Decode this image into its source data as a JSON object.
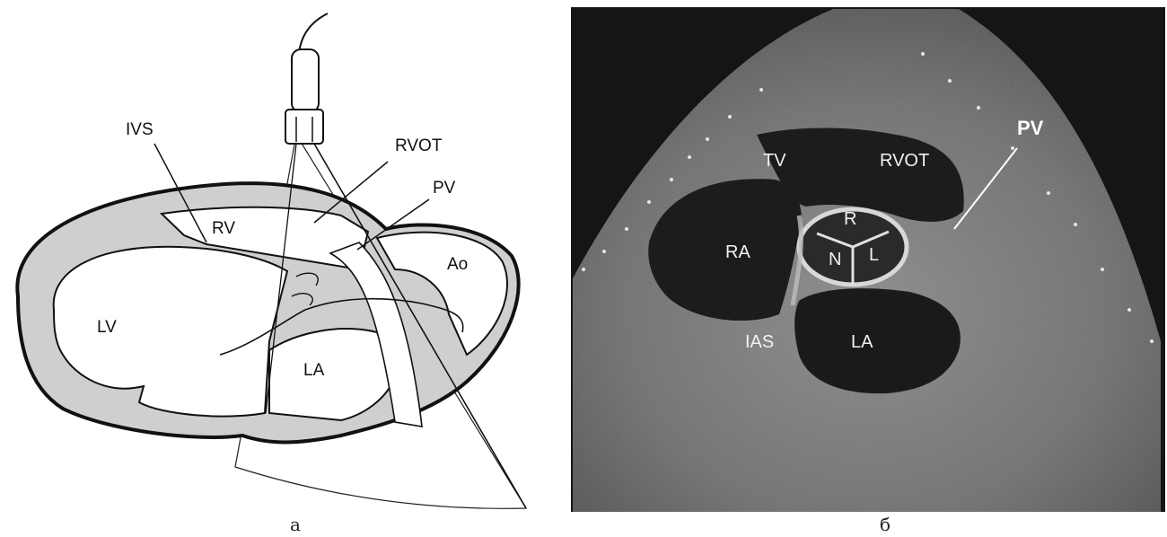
{
  "panel_a": {
    "caption": "a",
    "labels": {
      "ivs": "IVS",
      "rvot": "RVOT",
      "pv": "PV",
      "rv": "RV",
      "ao": "Ao",
      "lv": "LV",
      "la": "LA"
    }
  },
  "panel_b": {
    "caption": "б",
    "labels": {
      "tv": "TV",
      "rvot": "RVOT",
      "pv": "PV",
      "r": "R",
      "n": "N",
      "l": "L",
      "ra": "RA",
      "ias": "IAS",
      "la": "LA"
    }
  },
  "colors": {
    "myocardium": "#cfcfcf",
    "outline": "#111111",
    "ultrasound_dark": "#1a1a1a",
    "ultrasound_tissue": "#7a7a7a"
  }
}
